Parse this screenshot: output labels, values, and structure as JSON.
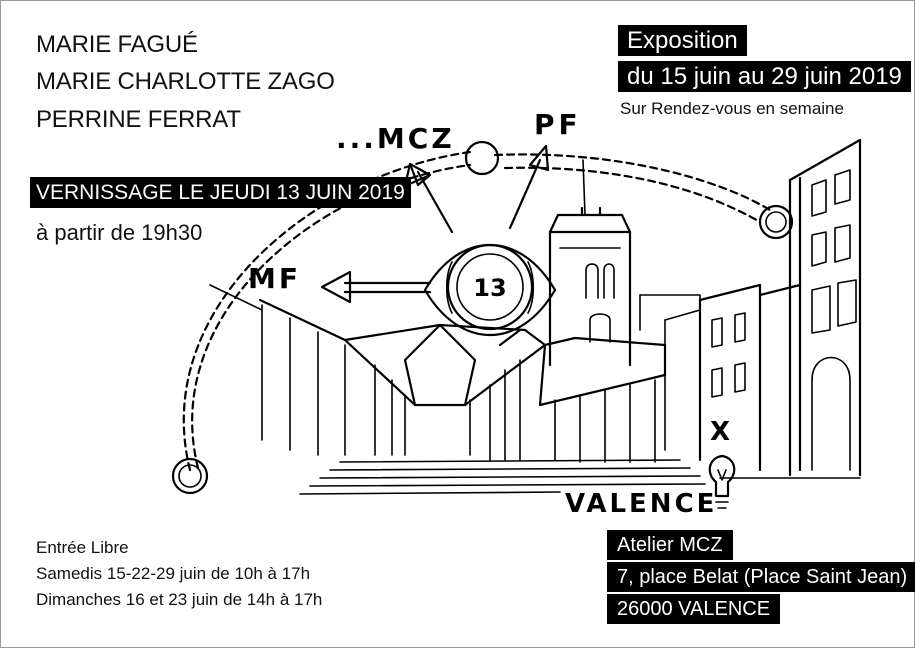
{
  "artists": [
    "MARIE FAGUÉ",
    "MARIE CHARLOTTE ZAGO",
    "PERRINE FERRAT"
  ],
  "exhibition": {
    "title": "Exposition",
    "dates": "du 15 juin au 29 juin 2019",
    "note": "Sur Rendez-vous en semaine"
  },
  "vernissage": {
    "title": "VERNISSAGE LE JEUDI 13 JUIN 2019",
    "time": "à partir de 19h30"
  },
  "drawing": {
    "labels": {
      "mcz": "...MCZ",
      "pf": "PF",
      "mf": "MF",
      "center": "13",
      "city": "VALENCE"
    },
    "mark": "X",
    "icons": [
      "eye-icon",
      "lightbulb-icon",
      "arrow-icon"
    ]
  },
  "schedule": [
    "Entrée Libre",
    "Samedis 15-22-29 juin de 10h à 17h",
    "Dimanches 16 et 23 juin de 14h à 17h"
  ],
  "venue": [
    "Atelier MCZ",
    "7, place Belat (Place Saint Jean)",
    "26000 VALENCE"
  ],
  "colors": {
    "ink": "#000000",
    "paper": "#ffffff",
    "label_text": "#ffffff"
  }
}
